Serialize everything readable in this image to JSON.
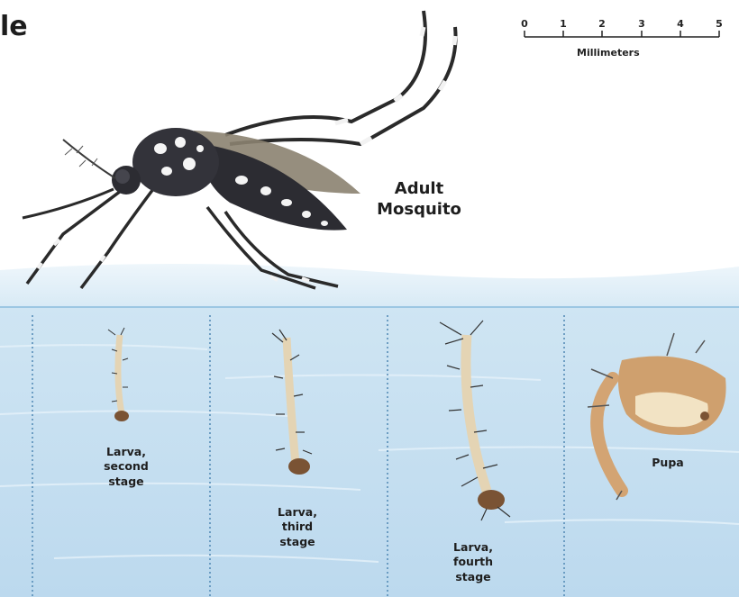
{
  "title_fragment": "le",
  "scale": {
    "ticks": [
      "0",
      "1",
      "2",
      "3",
      "4",
      "5"
    ],
    "unit_label": "Millimeters"
  },
  "labels": {
    "adult": [
      "Adult",
      "Mosquito"
    ],
    "larva_second": [
      "Larva,",
      "second",
      "stage"
    ],
    "larva_third": [
      "Larva,",
      "third",
      "stage"
    ],
    "larva_fourth": [
      "Larva,",
      "fourth",
      "stage"
    ],
    "pupa": [
      "Pupa"
    ]
  },
  "colors": {
    "water_surface": "#dcecf6",
    "water_deep": "#c4dff0",
    "divider": "#5a8fb8",
    "mosquito_body": "#2c2c32",
    "wing": "#8b8270",
    "larva_body": "#e6d8bc",
    "larva_head": "#7a5334",
    "pupa_body": "#d3a473"
  }
}
